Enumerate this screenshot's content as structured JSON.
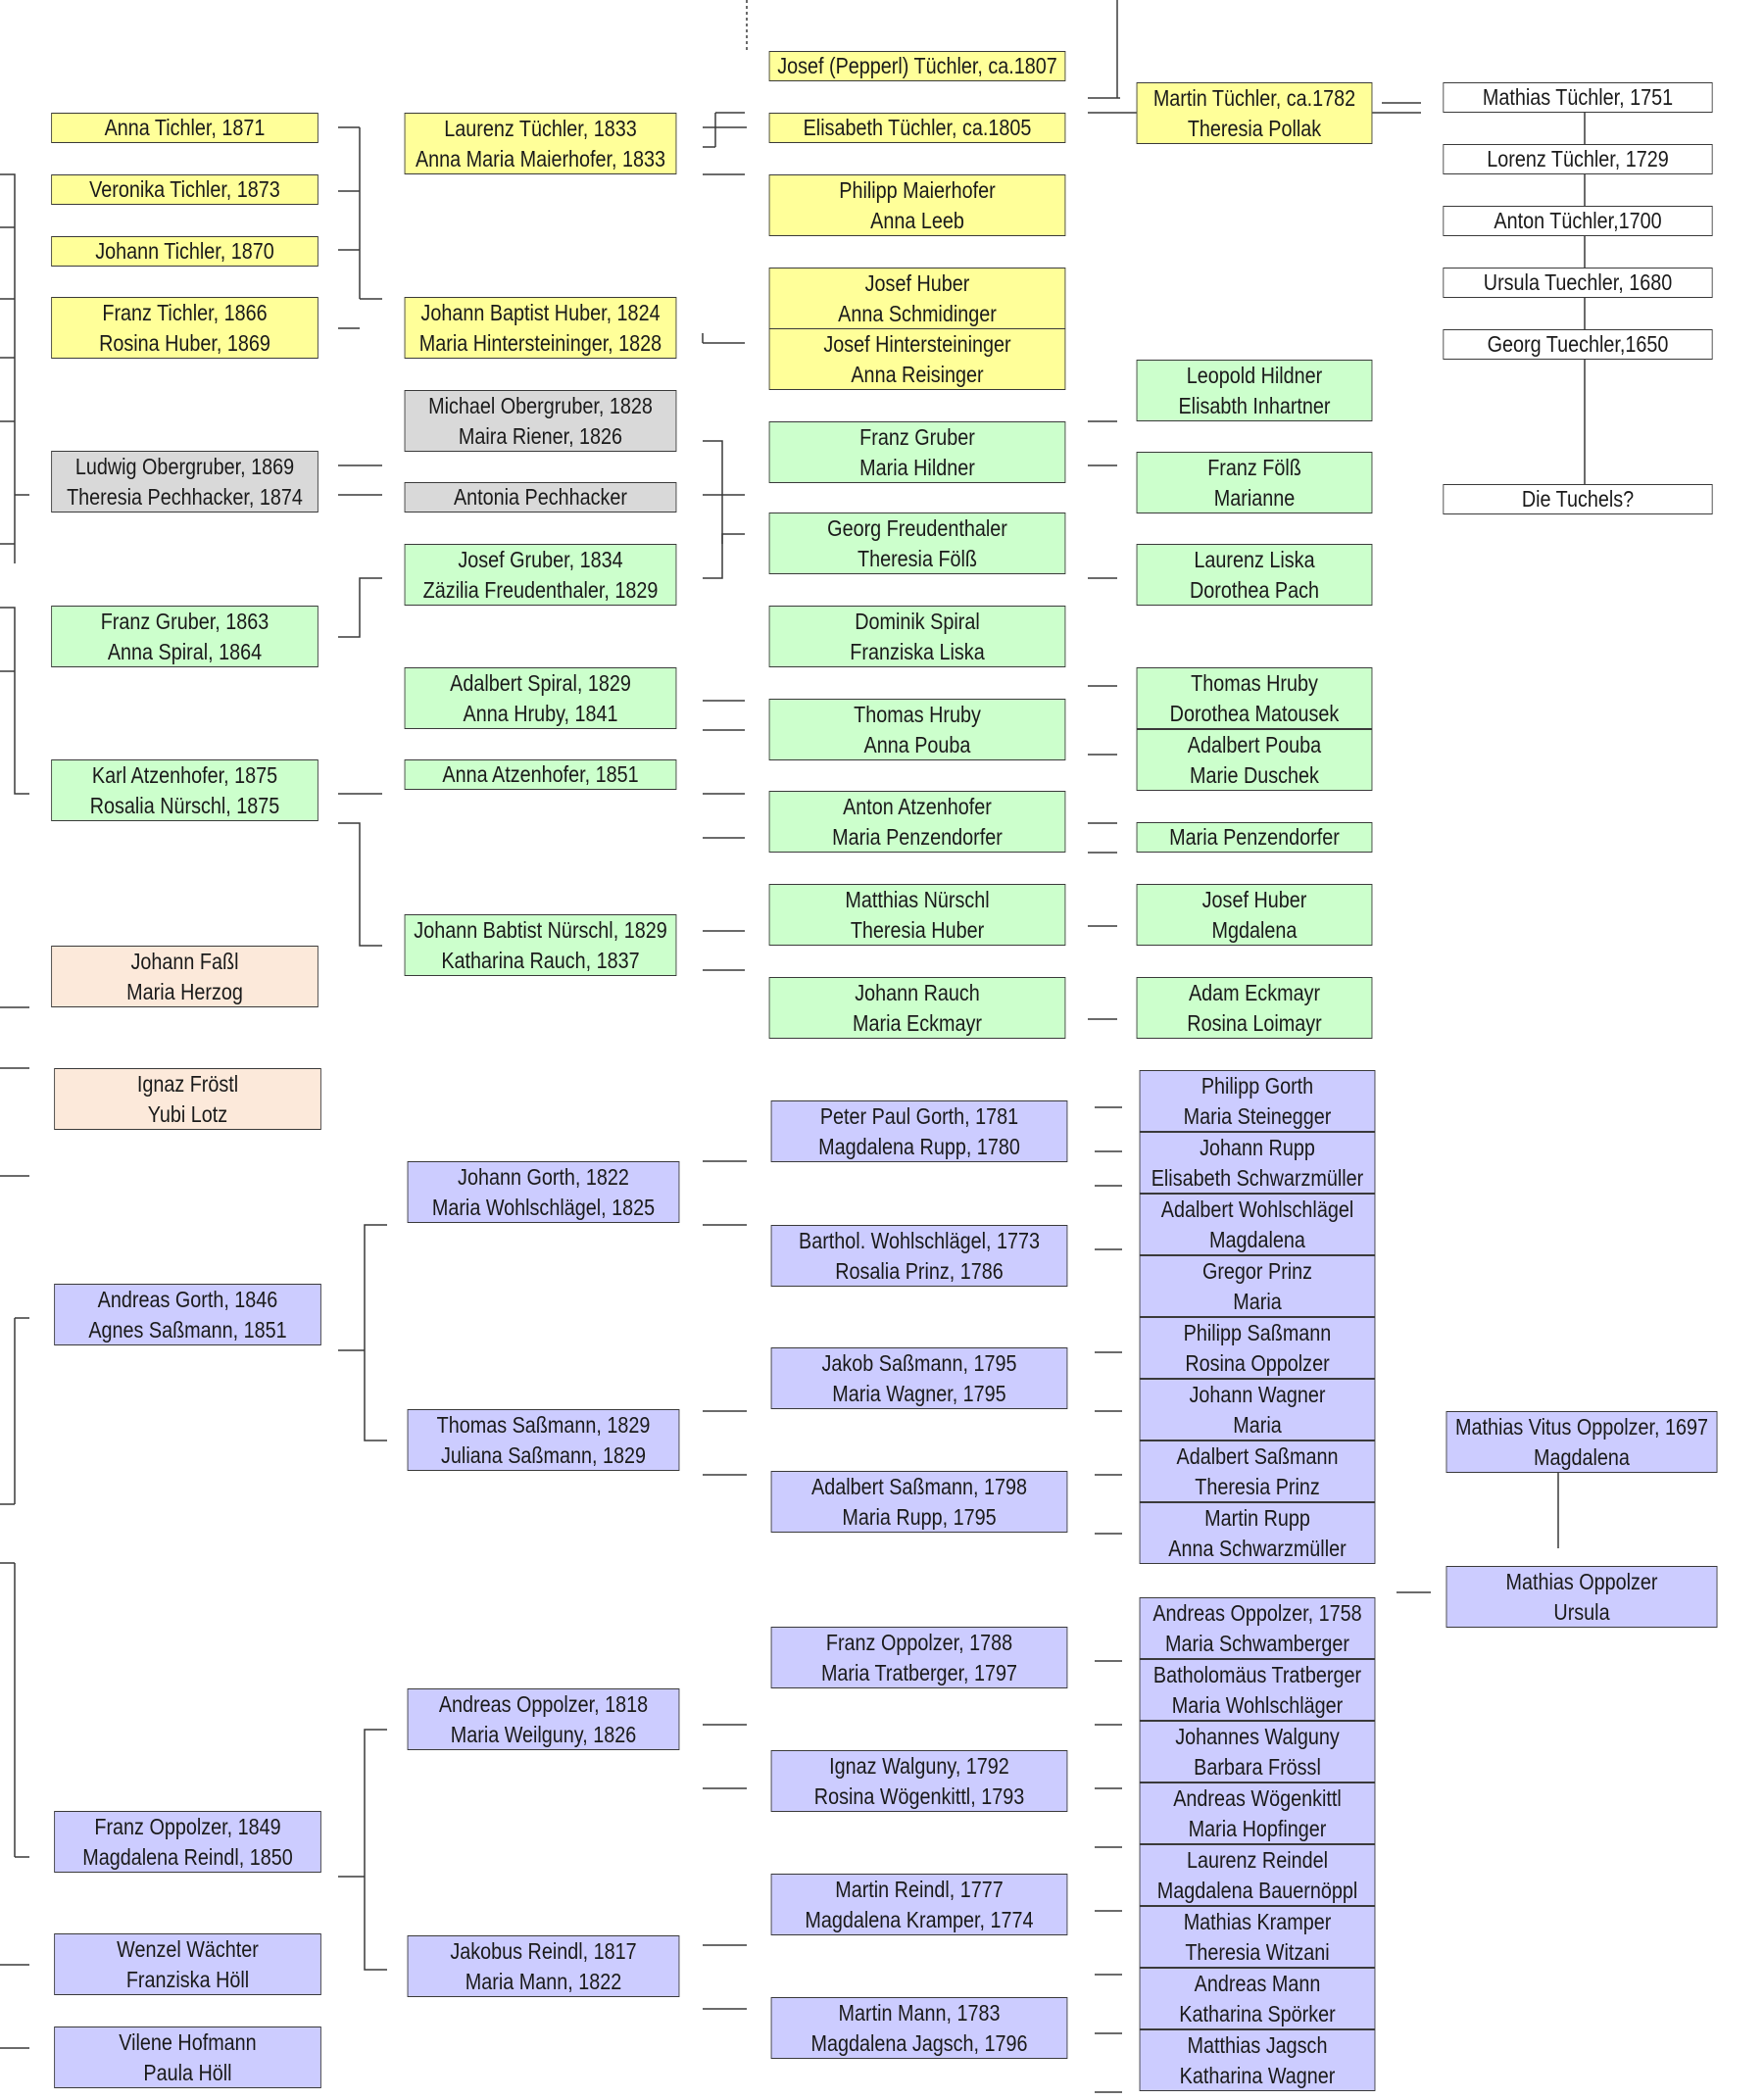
{
  "colors": {
    "yellow": "#ffff99",
    "green": "#ccffcc",
    "gray": "#d9d9d9",
    "peach": "#fce9da",
    "blue": "#ccccff",
    "white": "#ffffff",
    "line": "#3a3a3a"
  },
  "tree": {
    "gen1": {
      "anna_tichler": "Anna Tichler, 1871",
      "veronika_tichler": "Veronika Tichler, 1873",
      "johann_tichler": "Johann Tichler, 1870",
      "franz_tichler": [
        "Franz Tichler, 1866",
        "Rosina Huber, 1869"
      ],
      "ludwig_obergruber": [
        "Ludwig Obergruber, 1869",
        "Theresia Pechhacker, 1874"
      ],
      "franz_gruber": [
        "Franz Gruber, 1863",
        "Anna Spiral, 1864"
      ],
      "karl_atzenhofer": [
        "Karl Atzenhofer, 1875",
        "Rosalia Nürschl, 1875"
      ],
      "johann_fassl": [
        "Johann Faßl",
        "Maria Herzog"
      ],
      "ignaz_froestl": [
        "Ignaz Fröstl",
        "Yubi Lotz"
      ],
      "andreas_gorth": [
        "Andreas Gorth, 1846",
        "Agnes Saßmann, 1851"
      ],
      "franz_oppolzer": [
        "Franz Oppolzer, 1849",
        "Magdalena Reindl, 1850"
      ],
      "wenzel_waechter": [
        "Wenzel Wächter",
        "Franziska Höll"
      ],
      "vilene_hofmann": [
        "Vilene Hofmann",
        "Paula Höll"
      ]
    },
    "gen2": {
      "laurenz_tuechler": [
        "Laurenz Tüchler, 1833",
        "Anna Maria Maierhofer, 1833"
      ],
      "johann_baptist_huber": [
        "Johann Baptist Huber, 1824",
        "Maria Hintersteininger, 1828"
      ],
      "michael_obergruber": [
        "Michael Obergruber, 1828",
        "Maira Riener, 1826"
      ],
      "antonia_pechhacker": "Antonia Pechhacker",
      "josef_gruber": [
        "Josef Gruber, 1834",
        "Zäzilia Freudenthaler, 1829"
      ],
      "adalbert_spiral": [
        "Adalbert Spiral, 1829",
        "Anna Hruby, 1841"
      ],
      "anna_atzenhofer": "Anna Atzenhofer, 1851",
      "johann_babtist_nuerschl": [
        "Johann Babtist Nürschl, 1829",
        "Katharina Rauch, 1837"
      ],
      "johann_gorth": [
        "Johann Gorth, 1822",
        "Maria Wohlschlägel, 1825"
      ],
      "thomas_sassmann": [
        "Thomas Saßmann, 1829",
        "Juliana Saßmann, 1829"
      ],
      "andreas_oppolzer": [
        "Andreas Oppolzer, 1818",
        "Maria Weilguny, 1826"
      ],
      "jakobus_reindl": [
        "Jakobus Reindl, 1817",
        "Maria Mann, 1822"
      ]
    },
    "gen3": {
      "josef_pepperl": "Josef (Pepperl) Tüchler, ca.1807",
      "elisabeth_tuechler": "Elisabeth Tüchler, ca.1805",
      "philipp_maierhofer": [
        "Philipp Maierhofer",
        "Anna Leeb"
      ],
      "josef_huber": [
        "Josef Huber",
        "Anna Schmidinger"
      ],
      "josef_hintersteininger": [
        "Josef Hintersteininger",
        "Anna Reisinger"
      ],
      "franz_gruber": [
        "Franz Gruber",
        "Maria Hildner"
      ],
      "georg_freudenthaler": [
        "Georg Freudenthaler",
        "Theresia Fölß"
      ],
      "dominik_spiral": [
        "Dominik Spiral",
        "Franziska Liska"
      ],
      "thomas_hruby": [
        "Thomas Hruby",
        "Anna Pouba"
      ],
      "anton_atzenhofer": [
        "Anton Atzenhofer",
        "Maria Penzendorfer"
      ],
      "matthias_nuerschl": [
        "Matthias Nürschl",
        "Theresia Huber"
      ],
      "johann_rauch": [
        "Johann Rauch",
        "Maria Eckmayr"
      ],
      "peter_paul_gorth": [
        "Peter Paul Gorth, 1781",
        "Magdalena Rupp, 1780"
      ],
      "barthol_wohlschlaegel": [
        "Barthol. Wohlschlägel, 1773",
        "Rosalia Prinz, 1786"
      ],
      "jakob_sassmann": [
        "Jakob Saßmann, 1795",
        "Maria Wagner, 1795"
      ],
      "adalbert_sassmann": [
        "Adalbert Saßmann, 1798",
        "Maria Rupp, 1795"
      ],
      "franz_oppolzer": [
        "Franz Oppolzer, 1788",
        "Maria Tratberger, 1797"
      ],
      "ignaz_walguny": [
        "Ignaz Walguny, 1792",
        "Rosina Wögenkittl, 1793"
      ],
      "martin_reindl": [
        "Martin Reindl, 1777",
        "Magdalena Kramper, 1774"
      ],
      "martin_mann": [
        "Martin Mann, 1783",
        "Magdalena Jagsch, 1796"
      ]
    },
    "gen4": {
      "martin_tuechler": [
        "Martin Tüchler, ca.1782",
        "Theresia Pollak"
      ],
      "leopold_hildner": [
        "Leopold Hildner",
        "Elisabth Inhartner"
      ],
      "franz_foelss": [
        "Franz Fölß",
        "Marianne"
      ],
      "laurenz_liska": [
        "Laurenz Liska",
        "Dorothea Pach"
      ],
      "thomas_hruby": [
        "Thomas Hruby",
        "Dorothea Matousek"
      ],
      "adalbert_pouba": [
        "Adalbert Pouba",
        "Marie Duschek"
      ],
      "maria_penzendorfer": "Maria Penzendorfer",
      "josef_huber": [
        "Josef Huber",
        "Mgdalena"
      ],
      "adam_eckmayr": [
        "Adam Eckmayr",
        "Rosina Loimayr"
      ],
      "philipp_gorth": [
        "Philipp Gorth",
        "Maria Steinegger"
      ],
      "johann_rupp": [
        "Johann Rupp",
        "Elisabeth Schwarzmüller"
      ],
      "adalbert_wohlschlaegel": [
        "Adalbert Wohlschlägel",
        "Magdalena"
      ],
      "gregor_prinz": [
        "Gregor Prinz",
        "Maria"
      ],
      "philipp_sassmann": [
        "Philipp Saßmann",
        "Rosina Oppolzer"
      ],
      "johann_wagner": [
        "Johann Wagner",
        "Maria"
      ],
      "adalbert_sassmann": [
        "Adalbert Saßmann",
        "Theresia Prinz"
      ],
      "martin_rupp": [
        "Martin Rupp",
        "Anna Schwarzmüller"
      ],
      "andreas_oppolzer": [
        "Andreas Oppolzer, 1758",
        "Maria Schwamberger"
      ],
      "batholomaeus_tratberger": [
        "Batholomäus Tratberger",
        "Maria Wohlschläger"
      ],
      "johannes_walguny": [
        "Johannes Walguny",
        "Barbara Frössl"
      ],
      "andreas_woegenkittl": [
        "Andreas Wögenkittl",
        "Maria Hopfinger"
      ],
      "laurenz_reindel": [
        "Laurenz Reindel",
        "Magdalena Bauernöppl"
      ],
      "mathias_kramper": [
        "Mathias Kramper",
        "Theresia Witzani"
      ],
      "andreas_mann": [
        "Andreas Mann",
        "Katharina Spörker"
      ],
      "matthias_jagsch": [
        "Matthias Jagsch",
        "Katharina Wagner"
      ]
    },
    "gen5": {
      "mathias_tuechler": "Mathias Tüchler, 1751",
      "lorenz_tuechler": "Lorenz Tüchler, 1729",
      "anton_tuechler": "Anton Tüchler,1700",
      "ursula_tuechler": "Ursula Tuechler, 1680",
      "georg_tuechler": "Georg Tuechler,1650",
      "die_tuchels": "Die Tuchels?",
      "mathias_vitus_oppolzer": [
        "Mathias Vitus Oppolzer, 1697",
        "Magdalena"
      ],
      "mathias_oppolzer": [
        "Mathias Oppolzer",
        "Ursula"
      ]
    }
  }
}
